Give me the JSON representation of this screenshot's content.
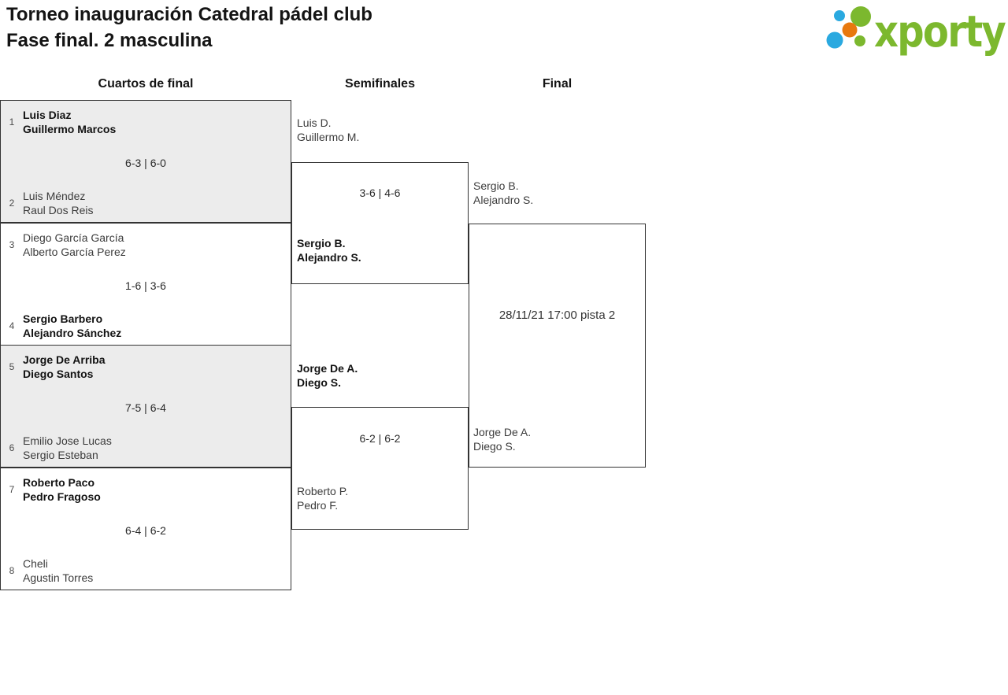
{
  "header": {
    "title_line1": "Torneo inauguración Catedral pádel club",
    "title_line2": "Fase final. 2 masculina"
  },
  "logo": {
    "text": "xporty",
    "colors": {
      "green": "#7cb82e",
      "blue": "#2aa9e0",
      "orange": "#e8790f"
    }
  },
  "round_headers": {
    "quarterfinals": "Cuartos de final",
    "semifinals": "Semifinales",
    "final": "Final"
  },
  "bracket": {
    "quarterfinals": [
      {
        "seed_top": "1",
        "team_top": [
          "Luis Diaz",
          "Guillermo Marcos"
        ],
        "top_winner": true,
        "score": "6-3 | 6-0",
        "seed_bottom": "2",
        "team_bottom": [
          "Luis Méndez",
          "Raul Dos Reis"
        ],
        "bottom_winner": false
      },
      {
        "seed_top": "3",
        "team_top": [
          "Diego García García",
          "Alberto García Perez"
        ],
        "top_winner": false,
        "score": "1-6 | 3-6",
        "seed_bottom": "4",
        "team_bottom": [
          "Sergio Barbero",
          "Alejandro Sánchez"
        ],
        "bottom_winner": true
      },
      {
        "seed_top": "5",
        "team_top": [
          "Jorge De Arriba",
          "Diego Santos"
        ],
        "top_winner": true,
        "score": "7-5 | 6-4",
        "seed_bottom": "6",
        "team_bottom": [
          "Emilio Jose Lucas",
          "Sergio Esteban"
        ],
        "bottom_winner": false
      },
      {
        "seed_top": "7",
        "team_top": [
          "Roberto Paco",
          "Pedro Fragoso"
        ],
        "top_winner": true,
        "score": "6-4 | 6-2",
        "seed_bottom": "8",
        "team_bottom": [
          "Cheli",
          "Agustin Torres"
        ],
        "bottom_winner": false
      }
    ],
    "semifinals": [
      {
        "team_top": [
          "Luis D.",
          "Guillermo M."
        ],
        "top_winner": false,
        "score": "3-6 | 4-6",
        "team_bottom": [
          "Sergio B.",
          "Alejandro S."
        ],
        "bottom_winner": true
      },
      {
        "team_top": [
          "Jorge De A.",
          "Diego S."
        ],
        "top_winner": true,
        "score": "6-2 | 6-2",
        "team_bottom": [
          "Roberto P.",
          "Pedro F."
        ],
        "bottom_winner": false
      }
    ],
    "final": {
      "team_top": [
        "Sergio B.",
        "Alejandro S."
      ],
      "team_bottom": [
        "Jorge De A.",
        "Diego S."
      ],
      "schedule": "28/11/21 17:00 pista 2"
    }
  }
}
